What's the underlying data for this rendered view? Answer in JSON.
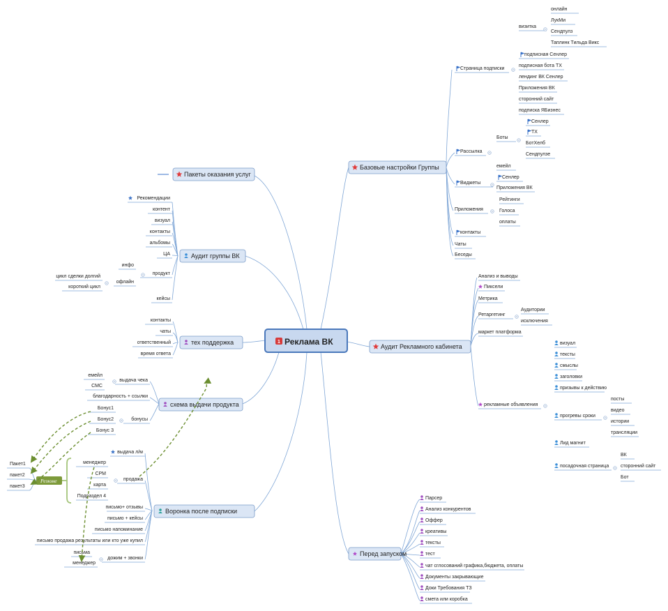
{
  "center": {
    "label": "Реклама ВК",
    "badge": "1"
  },
  "colors": {
    "line": "#7fa6d6",
    "topic_fill": "#dbe6f5",
    "topic_stroke": "#7b9cc9",
    "center_fill": "#c8d8ef",
    "center_stroke": "#4a78bb",
    "flag": "#3b73c8",
    "star_red": "#e03b3b",
    "star_blue": "#3b73c8",
    "star_purple": "#b048c8",
    "person_blue": "#3b8fd8",
    "person_purple": "#a050c0",
    "person_teal": "#2aa09a",
    "dashed": "#6b8e2f",
    "summary": "#7d9a3a"
  },
  "topics": [
    {
      "id": "packages",
      "label": "Пакеты оказания услуг",
      "icon": "star-red"
    },
    {
      "id": "audit_group",
      "label": "Аудит группы ВК",
      "icon": "person-blue"
    },
    {
      "id": "support",
      "label": "тех поддержка",
      "icon": "person-purple"
    },
    {
      "id": "delivery",
      "label": "схема выдачи продукта",
      "icon": "person-purple"
    },
    {
      "id": "funnel",
      "label": "Воронка после подписки",
      "icon": "person-teal"
    },
    {
      "id": "base",
      "label": "Базовые настройки Группы",
      "icon": "star-red"
    },
    {
      "id": "audit_ads",
      "label": "Аудит  Рекламного кабинета",
      "icon": "star-red"
    },
    {
      "id": "launch",
      "label": "Перед запуском",
      "icon": "star-purple"
    }
  ],
  "leaves": {
    "t1": "онлайн",
    "t2": "ЛукМи",
    "t3": "Сендпулз",
    "t4": "Таплинк  Тильда  Викс",
    "t5": "визитка",
    "t6": "подписная Сенлер",
    "t7": "подписная бота ТХ",
    "t8": "лендинг ВК Сенлер",
    "t9": "Приложения ВК",
    "t10": "сторонний сайт",
    "t11": "подписка ЯБизнес",
    "t12": "Страница подписки",
    "t13": "Сенлер",
    "t14": "ТХ",
    "t15": "БотХелб",
    "t16": "Сендпулзе",
    "t17": "Боты",
    "t18": "емейл",
    "t19": "Рассылка",
    "t20": "Сенлер",
    "t21": "Приложения ВК",
    "t22": "Виджеты",
    "t23": "Рейтинги",
    "t24": "Голоса",
    "t25": "оплаты",
    "t26": "Приложения",
    "t27": "контакты",
    "t28": "Чаты",
    "t29": "Беседы",
    "a1": "Анализ и выводы",
    "a2": "Пиксели",
    "a3": "Метрика",
    "a4": "Аудитории",
    "a5": "исключения",
    "a6": "Ретаргетинг",
    "a7": "маркет платформа",
    "a8": "визуал",
    "a9": "тексты",
    "a10": "смыслы",
    "a11": "заголовки",
    "a12": "призывы к действию",
    "a13": "посты",
    "a14": "видео",
    "a15": "истории",
    "a16": "трансляции",
    "a17": "прогревы  сроки",
    "a18": "Лид магнит",
    "a19": "ВК",
    "a20": "сторонний сайт",
    "a21": "Бот",
    "a22": "посадочная страница",
    "a23": "рекламные объявления",
    "l1": "Парсер",
    "l2": "Анализ конкурентов",
    "l3": "Оффер",
    "l4": "креативы",
    "l5": "тексты",
    "l6": "тест",
    "l7": "чат сглосований графика,бюджета, оплаты",
    "l8": "Документы закрывающие",
    "l9": "Доки Требования ТЗ",
    "l10": "смета или коробка",
    "g1": "Рекомендации",
    "g2": "контент",
    "g3": "визуал",
    "g4": "контакты",
    "g5": "альбомы",
    "g6": "ЦА",
    "g7": "инфо",
    "g8": "цикл сделки долгий",
    "g9": "короткий цикл",
    "g10": "офлайн",
    "g11": "продукт",
    "g12": "кейсы",
    "s1": "контакты",
    "s2": "чаты",
    "s3": "ответственный",
    "s4": "время ответа",
    "d1": "емейл",
    "d2": "СМС",
    "d3": "выдача чека",
    "d4": "благодарность + ссылки",
    "d5": "Бонус1",
    "d6": "Бонус2",
    "d7": "Бонус 3",
    "d8": "бонусы",
    "f1": "выдача л/м",
    "f2": "менеджер",
    "f3": "CPM",
    "f4": "карта",
    "f5": "Подраздел 4",
    "f6": "продажа",
    "f7": "письмо+ отзывы",
    "f8": "письмо + кейсы",
    "f9": "письмо напоминание",
    "f10": "письмо продажа результаты или кто уже купил",
    "f11": "письма",
    "f12": "менеджер",
    "f13": "дожим + звонки",
    "p1": "Пакет1",
    "p2": "пакет2",
    "p3": "пакет3"
  },
  "summary": {
    "label": "Резюме"
  }
}
